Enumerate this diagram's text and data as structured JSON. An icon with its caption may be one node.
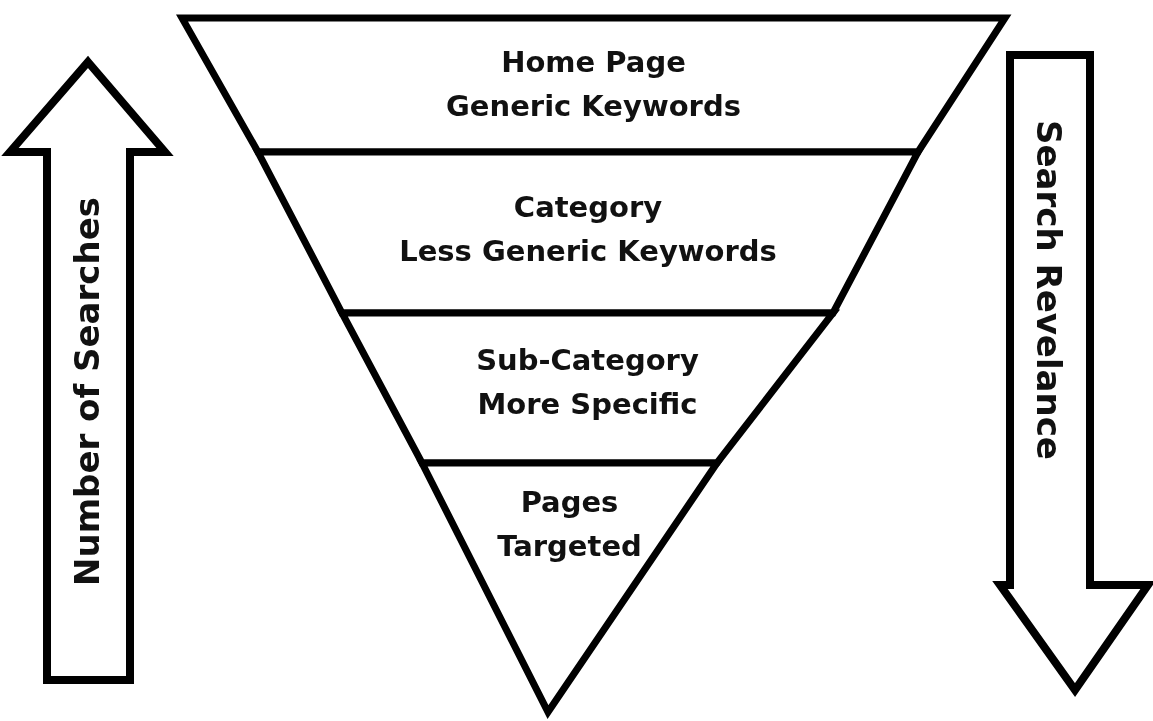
{
  "diagram": {
    "nodes": [
      {
        "text": [
          "Home Page",
          "Generic Keywords"
        ]
      },
      {
        "text": [
          "Category",
          "Less Generic Keywords"
        ]
      },
      {
        "text": [
          "Sub-Category",
          "More Specific"
        ]
      },
      {
        "text": [
          "Pages Targeted"
        ]
      },
      {
        "text": [
          "Number of Searches"
        ]
      },
      {
        "text": [
          "Search Revelance"
        ]
      }
    ]
  }
}
